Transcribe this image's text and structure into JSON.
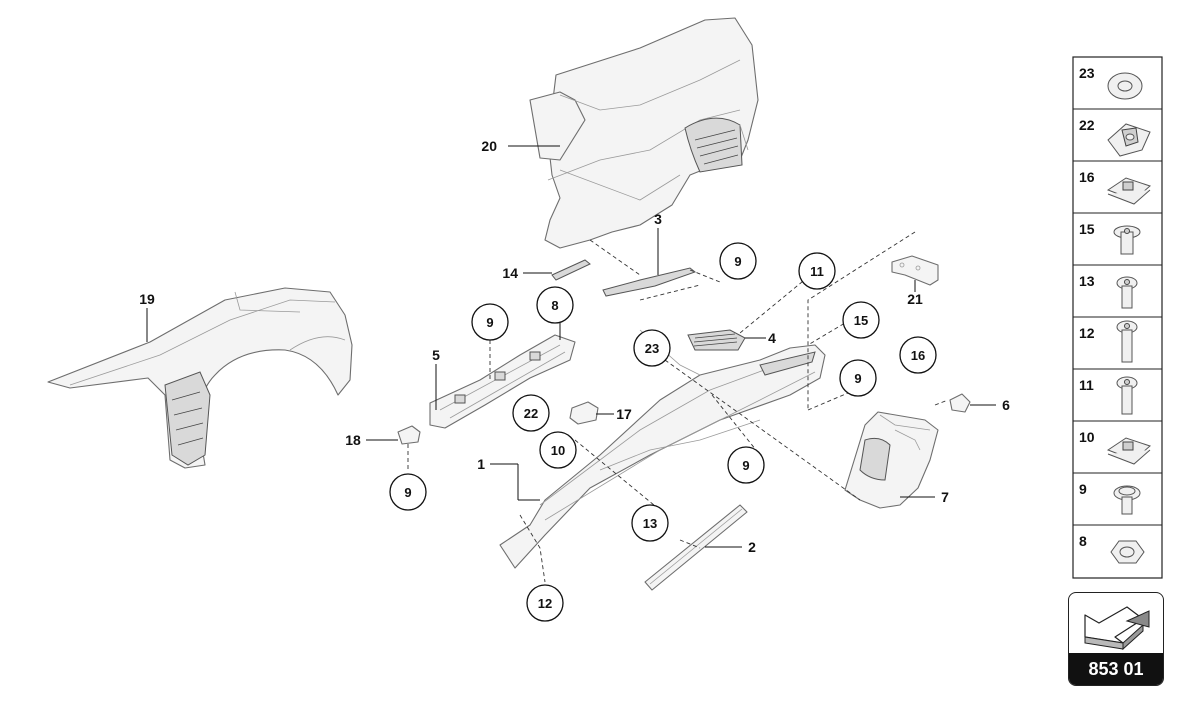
{
  "diagram": {
    "callouts": [
      {
        "id": "c20",
        "label": "20"
      },
      {
        "id": "c3",
        "label": "3"
      },
      {
        "id": "c14",
        "label": "14"
      },
      {
        "id": "c9a",
        "label": "9"
      },
      {
        "id": "c21",
        "label": "21"
      },
      {
        "id": "c11",
        "label": "11"
      },
      {
        "id": "c19",
        "label": "19"
      },
      {
        "id": "c8",
        "label": "8"
      },
      {
        "id": "c9b",
        "label": "9"
      },
      {
        "id": "c4",
        "label": "4"
      },
      {
        "id": "c15",
        "label": "15"
      },
      {
        "id": "c23",
        "label": "23"
      },
      {
        "id": "c5",
        "label": "5"
      },
      {
        "id": "c16",
        "label": "16"
      },
      {
        "id": "c9c",
        "label": "9"
      },
      {
        "id": "c6",
        "label": "6"
      },
      {
        "id": "c22",
        "label": "22"
      },
      {
        "id": "c17",
        "label": "17"
      },
      {
        "id": "c18",
        "label": "18"
      },
      {
        "id": "c10",
        "label": "10"
      },
      {
        "id": "c1",
        "label": "1"
      },
      {
        "id": "c9d",
        "label": "9"
      },
      {
        "id": "c9e",
        "label": "9"
      },
      {
        "id": "c7",
        "label": "7"
      },
      {
        "id": "c13",
        "label": "13"
      },
      {
        "id": "c2",
        "label": "2"
      },
      {
        "id": "c12",
        "label": "12"
      }
    ]
  },
  "legend": {
    "items": [
      {
        "number": "23",
        "icon": "washer-icon"
      },
      {
        "number": "22",
        "icon": "cage-nut-icon"
      },
      {
        "number": "16",
        "icon": "clip-nut-icon"
      },
      {
        "number": "15",
        "icon": "flat-head-screw-icon"
      },
      {
        "number": "13",
        "icon": "screw-icon"
      },
      {
        "number": "12",
        "icon": "long-screw-icon"
      },
      {
        "number": "11",
        "icon": "screw-icon"
      },
      {
        "number": "10",
        "icon": "clip-nut-icon"
      },
      {
        "number": "9",
        "icon": "collar-screw-icon"
      },
      {
        "number": "8",
        "icon": "hex-nut-icon"
      }
    ]
  },
  "page_ref": {
    "number": "853 01",
    "icon": "arrow-icon"
  }
}
